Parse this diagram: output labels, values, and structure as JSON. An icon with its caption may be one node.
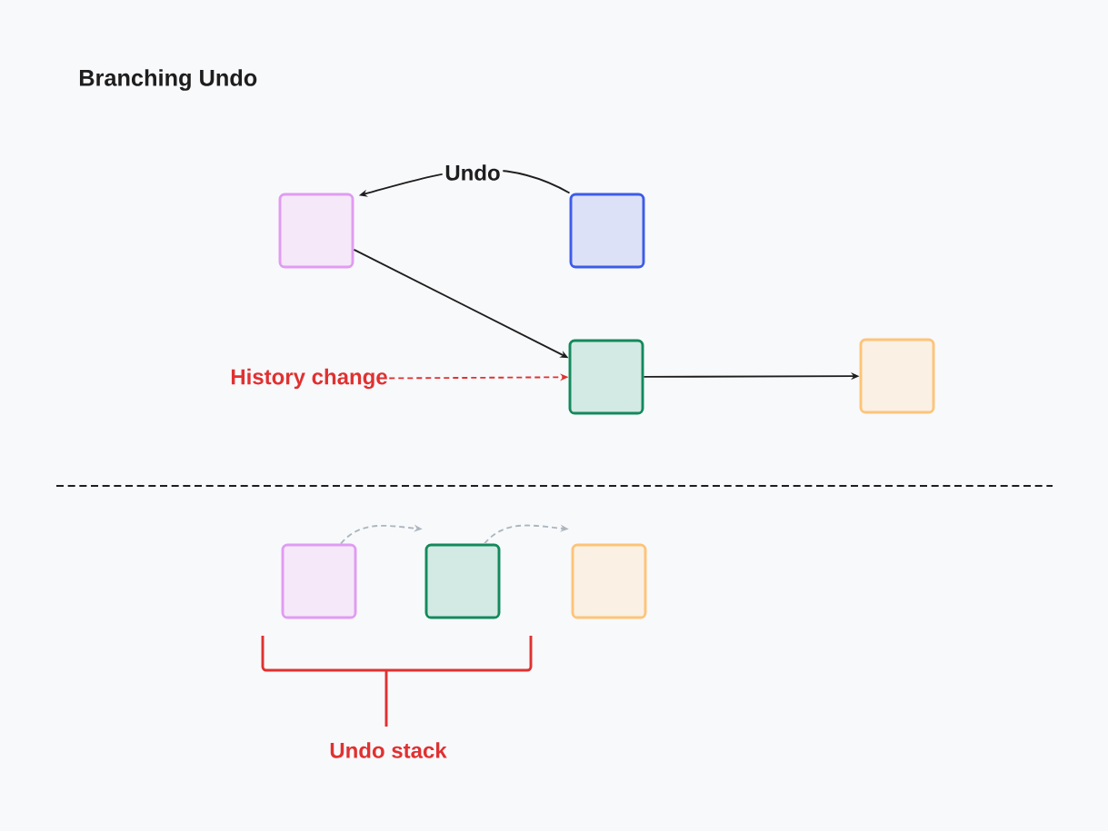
{
  "diagram": {
    "title": "Branching Undo",
    "nodes": [
      {
        "text": [],
        "shape": "box"
      },
      {
        "text": [],
        "shape": "box"
      },
      {
        "text": [],
        "shape": "box"
      },
      {
        "text": [],
        "shape": "box"
      },
      {
        "text": [
          "History change"
        ]
      },
      {
        "text": [],
        "shape": "box"
      },
      {
        "text": [],
        "shape": "box"
      },
      {
        "text": [],
        "shape": "box"
      }
    ],
    "edges": [
      {
        "from": 1,
        "to": 0,
        "arrow": "to",
        "label": "Undo"
      },
      {
        "from": 0,
        "to": 2,
        "arrow": "to"
      },
      {
        "from": 2,
        "to": 3,
        "arrow": "to"
      },
      {
        "from": 4,
        "to": 2,
        "arrow": "to",
        "style": "dashed",
        "color": "#e03131"
      },
      {
        "from": 5,
        "to": 6,
        "arrow": "to",
        "style": "dashed",
        "color": "#adb5bd"
      },
      {
        "from": 6,
        "to": 7,
        "arrow": "to",
        "style": "dashed",
        "color": "#adb5bd"
      }
    ],
    "labels": [
      "Undo stack"
    ]
  }
}
